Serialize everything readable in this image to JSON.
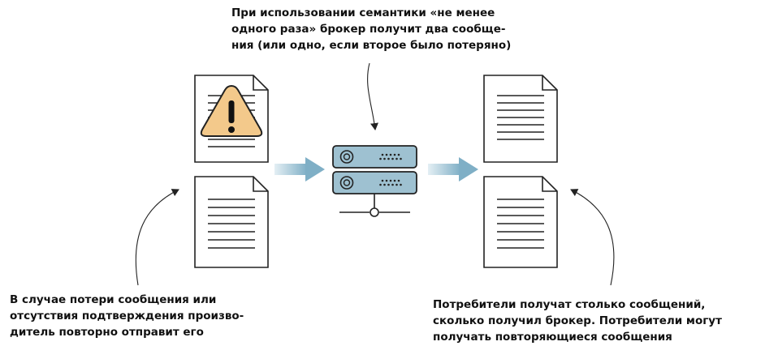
{
  "captions": {
    "broker_note": [
      "При использовании семантики «не менее",
      "одного раза» брокер получит два сообще-",
      "ния (или одно, если второе было потеряно)"
    ],
    "producer_note": [
      "В случае потери сообщения или",
      "отсутствия подтверждения произво-",
      "дитель повторно отправит его"
    ],
    "consumer_note": [
      "Потребители получат столько сообщений,",
      "сколько получил брокер. Потребители могут",
      "получать повторяющиеся сообщения"
    ]
  },
  "icons": {
    "warning": "warning-icon",
    "document": "document-icon",
    "server": "server-icon"
  },
  "colors": {
    "warning_fill": "#F3C98B",
    "server_fill": "#9EC1D1",
    "arrow_start": "#E4EFF4",
    "arrow_end": "#7FAFC6",
    "stroke": "#222222"
  }
}
